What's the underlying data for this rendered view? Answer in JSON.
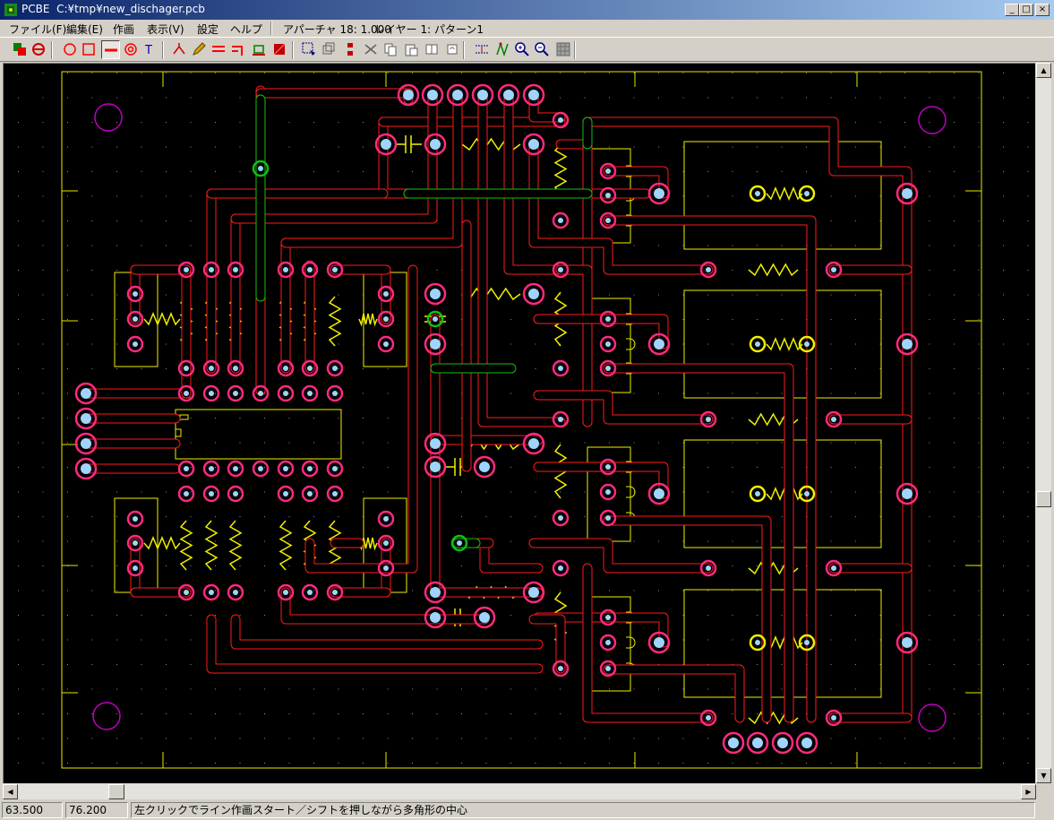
{
  "window": {
    "app_name": "PCBE",
    "file_path": "C:¥tmp¥new_dischager.pcb",
    "minimize_glyph": "_",
    "maximize_glyph": "□",
    "close_glyph": "×"
  },
  "menu": {
    "items": [
      "ファイル(F)",
      "編集(E)",
      "作画",
      "表示(V)",
      "設定",
      "ヘルプ"
    ],
    "aperture": "アパーチャ 18: 1.000",
    "layer": "レイヤー 1: パターン1"
  },
  "toolbar": {
    "tools": [
      {
        "icon": "layer-select-icon",
        "color": "#008000"
      },
      {
        "icon": "layer-toggle-icon",
        "color": "#d00000"
      },
      {
        "icon": "circle-draw-icon",
        "color": "#ff0000"
      },
      {
        "icon": "rectangle-draw-icon",
        "color": "#ff0000"
      },
      {
        "icon": "line-draw-icon",
        "color": "#ff0000",
        "active": true
      },
      {
        "icon": "pad-draw-icon",
        "color": "#ff0000"
      },
      {
        "icon": "text-draw-icon",
        "color": "#0000c0"
      },
      {
        "icon": "junction-icon",
        "color": "#d00000"
      },
      {
        "icon": "pencil-icon",
        "color": "#d0a000"
      },
      {
        "icon": "parallel-lines-icon",
        "color": "#ff0000"
      },
      {
        "icon": "corner-line-icon",
        "color": "#ff0000"
      },
      {
        "icon": "component-icon",
        "color": "#008000"
      },
      {
        "icon": "fill-area-icon",
        "color": "#c00000"
      },
      {
        "icon": "select-area-icon",
        "color": "#000080"
      },
      {
        "icon": "move-icon",
        "color": "#606060"
      },
      {
        "icon": "align-icon",
        "color": "#c00000"
      },
      {
        "icon": "cut-icon",
        "color": "#606060"
      },
      {
        "icon": "copy-icon",
        "color": "#606060"
      },
      {
        "icon": "paste-icon",
        "color": "#606060"
      },
      {
        "icon": "mirror-icon",
        "color": "#606060"
      },
      {
        "icon": "rotate-icon",
        "color": "#606060"
      },
      {
        "icon": "measure-icon",
        "color": "#000080"
      },
      {
        "icon": "net-icon",
        "color": "#008000"
      },
      {
        "icon": "zoom-in-icon",
        "color": "#000080"
      },
      {
        "icon": "zoom-out-icon",
        "color": "#000080"
      },
      {
        "icon": "grid-icon",
        "color": "#606060"
      }
    ]
  },
  "board": {
    "colors": {
      "background": "#000000",
      "outline": "#e8e800",
      "trace_top": "#ff1a1a",
      "trace_bottom": "#10c010",
      "pad": "#ff2a7f",
      "pad_inner": "#9fd4ff",
      "mounting_hole": "#c000c0",
      "silk": "#f0f000",
      "grid_dot": "#909090"
    }
  },
  "status": {
    "x": "63.500",
    "y": "76.200",
    "message": "左クリックでライン作画スタート／シフトを押しながら多角形の中心"
  }
}
